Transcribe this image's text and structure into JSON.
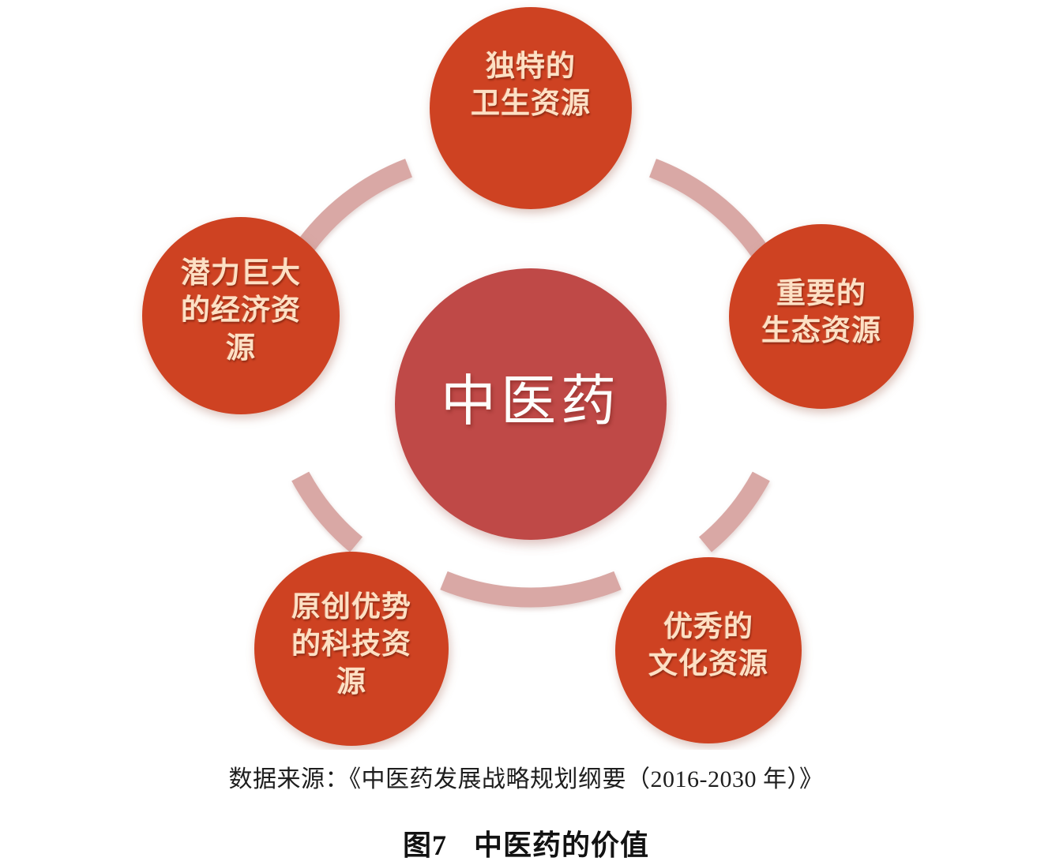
{
  "figure": {
    "center": {
      "label": "中医药",
      "color": "#bf4a46"
    },
    "nodes": [
      {
        "id": "health-resource",
        "label": "独特的\n卫生资源",
        "position": "top",
        "color": "#ce4220",
        "text_color": "#fde0c4"
      },
      {
        "id": "ecological-resource",
        "label": "重要的\n生态资源",
        "position": "right",
        "color": "#ce4220",
        "text_color": "#fde0c4"
      },
      {
        "id": "cultural-resource",
        "label": "优秀的\n文化资源",
        "position": "bottom-right",
        "color": "#ce4220",
        "text_color": "#fde0c4"
      },
      {
        "id": "technology-resource",
        "label": "原创优势\n的科技资\n源",
        "position": "bottom-left",
        "color": "#ce4220",
        "text_color": "#fde0c4"
      },
      {
        "id": "economic-resource",
        "label": "潜力巨大\n的经济资\n源",
        "position": "left",
        "color": "#ce4220",
        "text_color": "#fde0c4"
      }
    ],
    "ring_color": "#d9a8a5",
    "background": "#ffffff"
  },
  "caption": {
    "source": "数据来源：《中医药发展战略规划纲要（2016-2030 年）》",
    "figure_number": "图7",
    "figure_title": "中医药的价值"
  },
  "chart_data": {
    "type": "diagram",
    "title": "图7　中医药的价值",
    "center": "中医药",
    "categories": [
      "独特的卫生资源",
      "重要的生态资源",
      "优秀的文化资源",
      "原创优势的科技资源",
      "潜力巨大的经济资源"
    ],
    "source": "《中医药发展战略规划纲要（2016-2030 年）》"
  }
}
